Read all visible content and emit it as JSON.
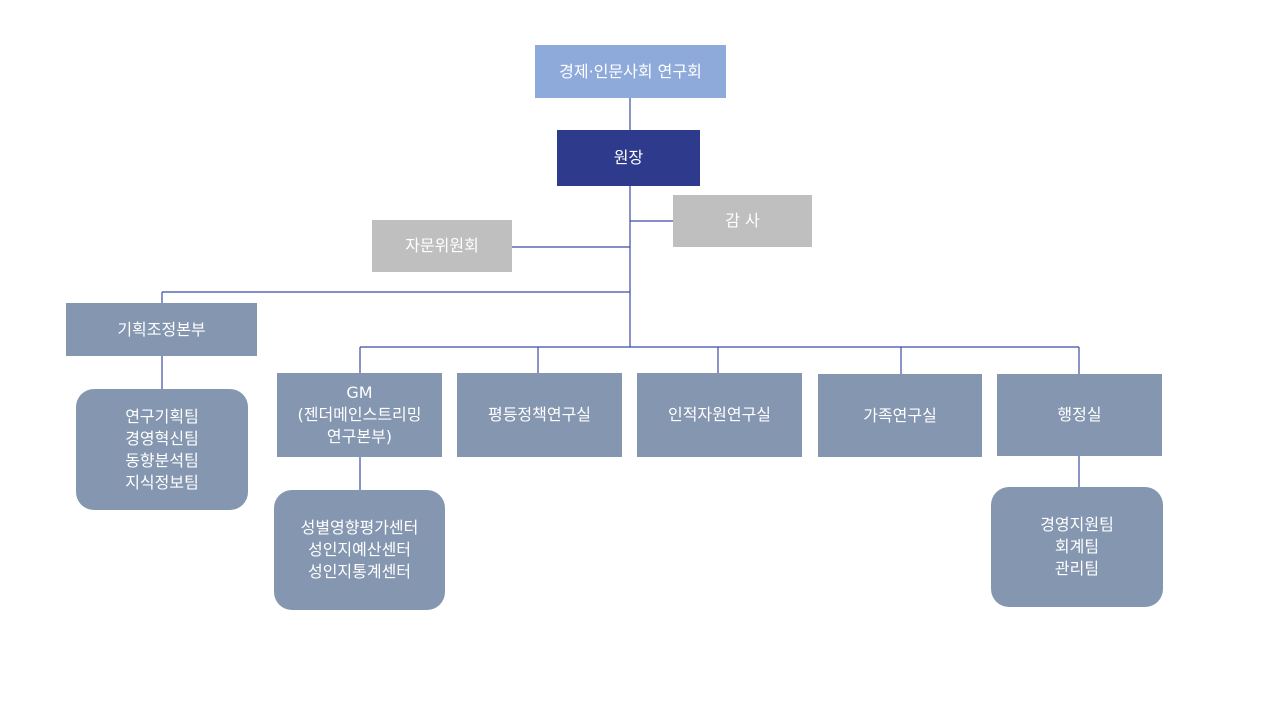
{
  "org": {
    "council": "경제·인문사회 연구회",
    "president": "원장",
    "auditor": "감 사",
    "advisory": "자문위원회",
    "planning": {
      "name": "기획조정본부",
      "teams": [
        "연구기획팀",
        "경영혁신팀",
        "동향분석팀",
        "지식정보팀"
      ]
    },
    "gm": {
      "name_line1": "GM",
      "name_line2": "(젠더메인스트리밍",
      "name_line3": "연구본부)",
      "centers": [
        "성별영향평가센터",
        "성인지예산센터",
        "성인지통계센터"
      ]
    },
    "equality_lab": "평등정책연구실",
    "hr_lab": "인적자원연구실",
    "family_lab": "가족연구실",
    "admin": {
      "name": "행정실",
      "teams": [
        "경영지원팀",
        "회계팀",
        "관리팀"
      ]
    }
  },
  "colors": {
    "council": "#8eaadb",
    "president": "#2e3a8c",
    "gray": "#bfbfbf",
    "slate": "#8496b0",
    "line": "#2f3f9e"
  }
}
